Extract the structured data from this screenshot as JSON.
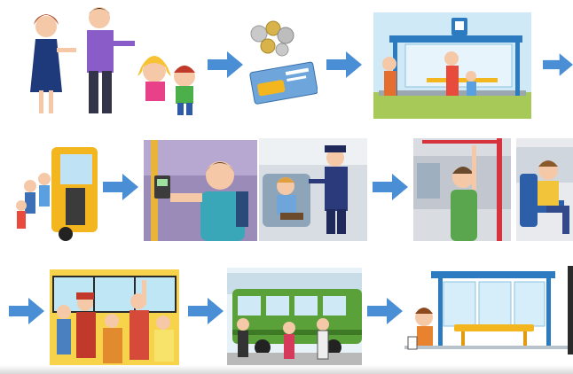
{
  "sequence": {
    "steps": [
      {
        "id": "parents-give-money-to-children",
        "icon": "family-icon"
      },
      {
        "id": "coins-and-bus-ticket",
        "icon": "ticket-icon"
      },
      {
        "id": "family-waiting-at-bus-stop",
        "icon": "bus-stop-icon"
      },
      {
        "id": "children-boarding-bus",
        "icon": "bus-door-icon"
      },
      {
        "id": "man-validating-ticket",
        "icon": "ticket-validator-icon"
      },
      {
        "id": "conductor-checks-ticket",
        "icon": "conductor-icon"
      },
      {
        "id": "woman-standing-holding-rail",
        "icon": "rail-icon"
      },
      {
        "id": "man-sitting-on-bus",
        "icon": "seat-icon"
      },
      {
        "id": "crowded-bus-passengers",
        "icon": "crowd-icon"
      },
      {
        "id": "people-leaving-bus",
        "icon": "bus-icon"
      },
      {
        "id": "child-at-empty-bus-stop",
        "icon": "bus-stop-icon"
      }
    ],
    "bus_stop_sign": "▣"
  },
  "colors": {
    "arrow": "#4a8fd6",
    "bus_yellow": "#f3b61f",
    "bus_green": "#5aa13a",
    "shelter_blue": "#2c7bc0"
  }
}
